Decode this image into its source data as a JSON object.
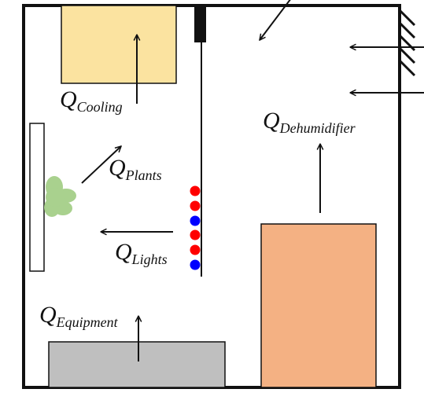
{
  "labels": {
    "cooling": {
      "symbol": "Q",
      "subscript": "Cooling"
    },
    "plants": {
      "symbol": "Q",
      "subscript": "Plants"
    },
    "lights": {
      "symbol": "Q",
      "subscript": "Lights"
    },
    "equipment": {
      "symbol": "Q",
      "subscript": "Equipment"
    },
    "dehumidifier": {
      "symbol": "Q",
      "subscript": "Dehumidifier"
    }
  },
  "colors": {
    "wall": "#111111",
    "cooling_unit": "#FBE3A0",
    "dehumidifier_unit": "#F4B183",
    "equipment_block": "#BFBFBF",
    "plant": "#A9D18E",
    "light_red": "#FF0000",
    "light_blue": "#0000FF",
    "arrow": "#111111"
  },
  "light_strip": [
    "red",
    "red",
    "blue",
    "red",
    "red",
    "blue"
  ]
}
